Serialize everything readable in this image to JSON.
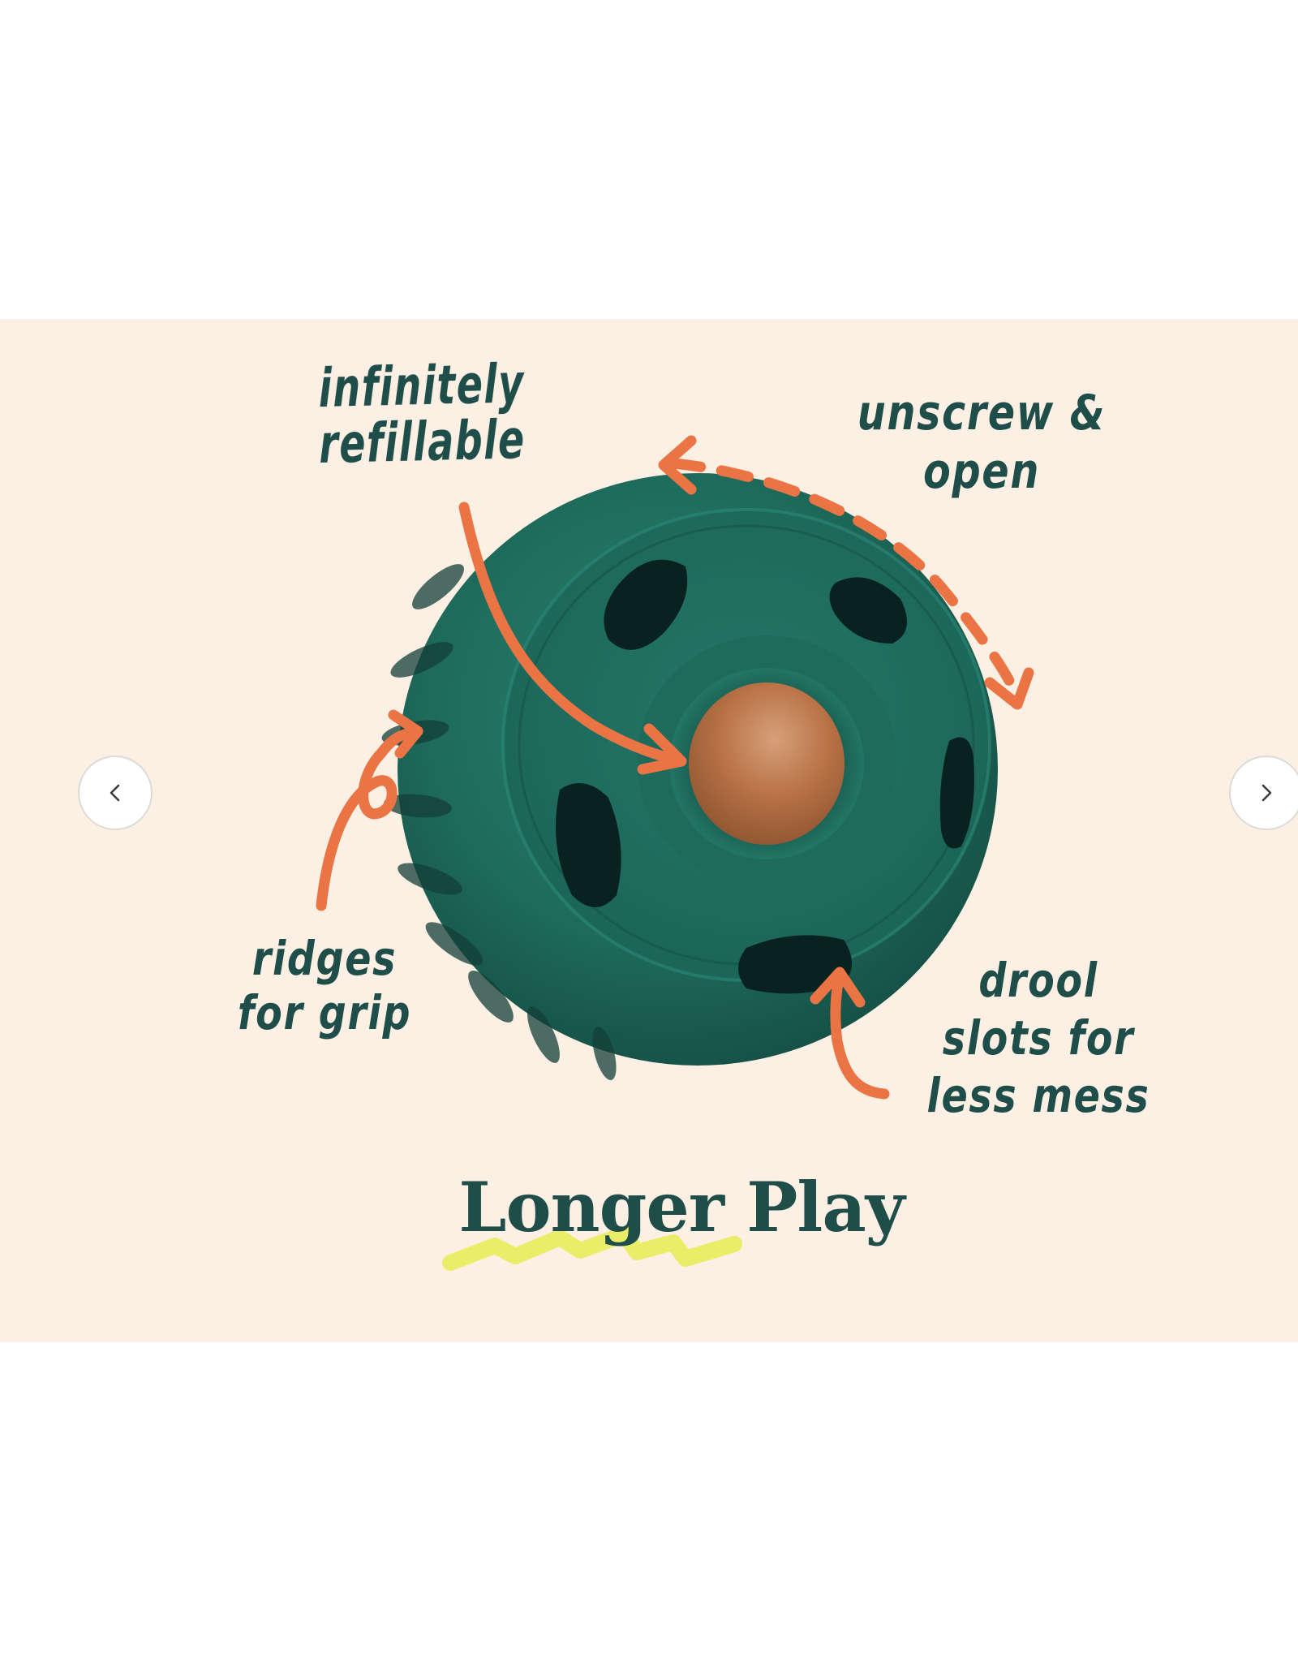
{
  "slide": {
    "background_color": "#fcefe3",
    "headline": "Longer Play",
    "headline_color": "#1f4e4a",
    "highlight_color": "#e8ec5a",
    "annotation_color": "#ea7443",
    "product": {
      "name": "treat-dispensing-ball",
      "body_color": "#1e6b5c",
      "treat_color": "#b87245"
    },
    "callouts": [
      {
        "id": "refill",
        "lines": [
          "infinitely",
          "refillable"
        ]
      },
      {
        "id": "unscrew",
        "lines": [
          "unscrew &",
          "open"
        ]
      },
      {
        "id": "ridges",
        "lines": [
          "ridges",
          "for grip"
        ]
      },
      {
        "id": "drool",
        "lines": [
          "drool",
          "slots for",
          "less mess"
        ]
      }
    ]
  },
  "carousel": {
    "prev_icon": "chevron-left-icon",
    "next_icon": "chevron-right-icon",
    "prev_glyph": "‹",
    "next_glyph": "›"
  }
}
